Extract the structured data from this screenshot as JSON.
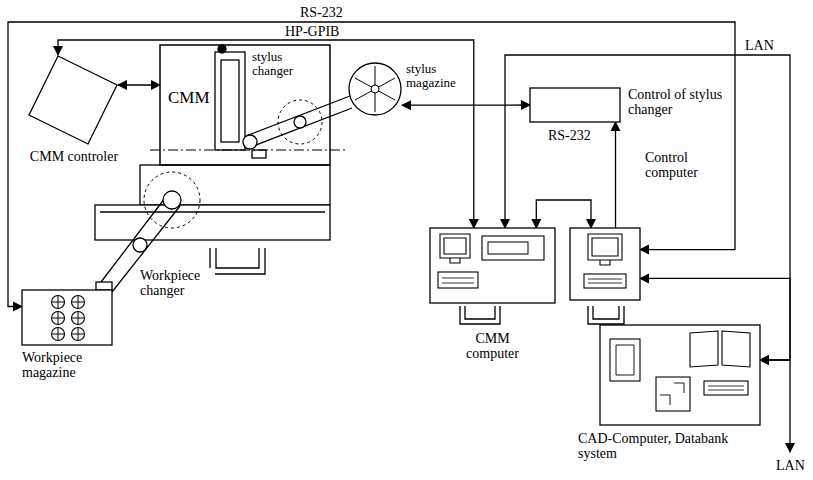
{
  "diagram": {
    "nodes": [
      {
        "text": [
          "CMM controler"
        ]
      },
      {
        "text": [
          "CMM"
        ]
      },
      {
        "text": [
          "Workpiece magazine"
        ]
      },
      {
        "text": [
          "stylus magazine"
        ]
      },
      {
        "text": [
          "Control of stylus changer"
        ]
      },
      {
        "text": [
          "CMM computer"
        ]
      },
      {
        "text": [
          "Control computer"
        ]
      },
      {
        "text": [
          "CAD-Computer, Databank system"
        ]
      }
    ],
    "edges": [
      {
        "from": 6,
        "to": 2,
        "label": "RS-232",
        "arrow": "both"
      },
      {
        "from": 0,
        "to": 5,
        "label": "HP-GPIB",
        "arrow": "both"
      },
      {
        "from": 6,
        "to": 4,
        "label": "RS-232",
        "arrow": "to"
      },
      {
        "from": 5,
        "to": 6,
        "arrow": "both"
      },
      {
        "from": 5,
        "to": 7,
        "label": "LAN",
        "arrow": "both"
      },
      {
        "from": 6,
        "to": 7,
        "arrow": "both"
      },
      {
        "from": 0,
        "to": 1,
        "arrow": "both"
      },
      {
        "from": 3,
        "to": 4,
        "arrow": "both"
      }
    ],
    "labels": [
      "stylus changer",
      "Workpiece changer",
      "LAN"
    ]
  }
}
